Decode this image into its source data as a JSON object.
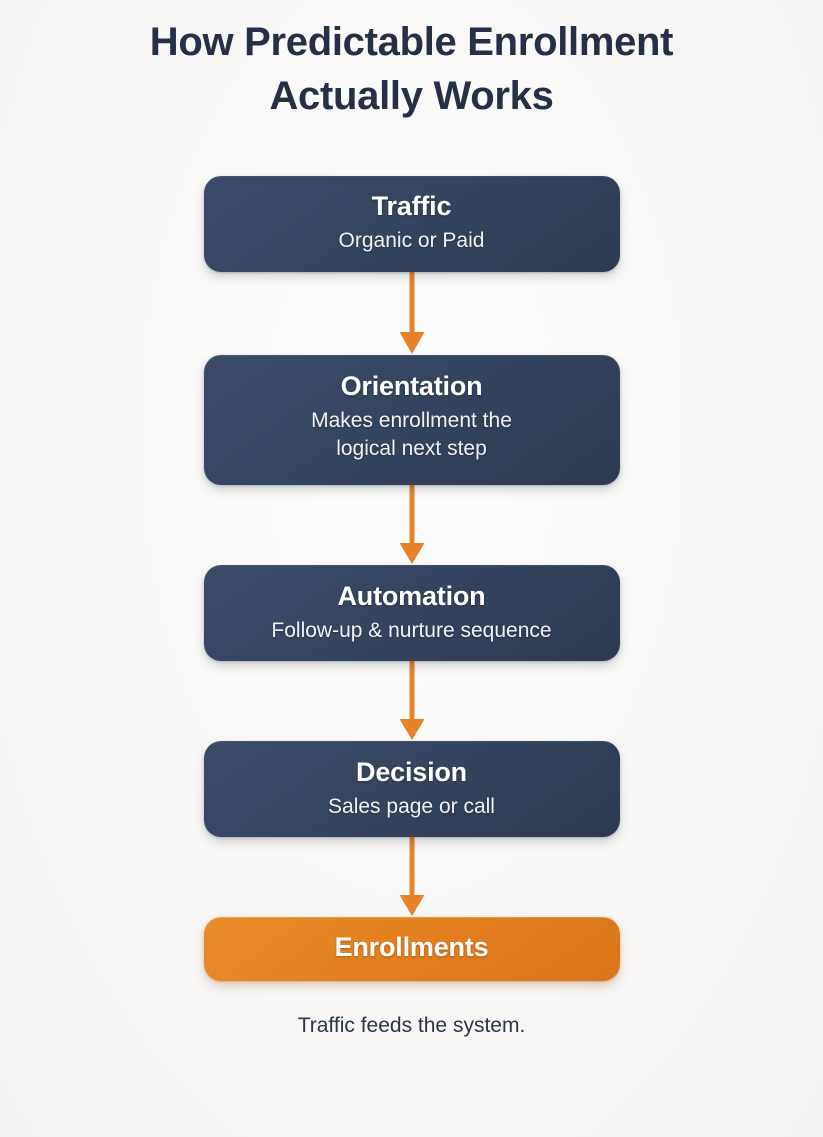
{
  "title": {
    "line1": "How Predictable Enrollment",
    "line2": "Actually Works"
  },
  "colors": {
    "background": "#faf9f8",
    "title_text": "#252f45",
    "node_navy": "#35445f",
    "node_accent_orange": "#e37f1f",
    "arrow_orange": "#e8822a",
    "node_text": "#ffffff",
    "caption_text": "#2b3549"
  },
  "flow": {
    "nodes": [
      {
        "id": "traffic",
        "title": "Traffic",
        "subtitle": "Organic or Paid",
        "style": "navy"
      },
      {
        "id": "orientation",
        "title": "Orientation",
        "subtitle_line1": "Makes enrollment the",
        "subtitle_line2": "logical next step",
        "style": "navy"
      },
      {
        "id": "automation",
        "title": "Automation",
        "subtitle": "Follow-up & nurture sequence",
        "style": "navy"
      },
      {
        "id": "decision",
        "title": "Decision",
        "subtitle": "Sales page or call",
        "style": "navy"
      },
      {
        "id": "enrollments",
        "title": "Enrollments",
        "subtitle": "",
        "style": "accent-orange"
      }
    ],
    "connectors": [
      {
        "from": "traffic",
        "to": "orientation",
        "shape": "down-arrow"
      },
      {
        "from": "orientation",
        "to": "automation",
        "shape": "down-arrow"
      },
      {
        "from": "automation",
        "to": "decision",
        "shape": "down-arrow"
      },
      {
        "from": "decision",
        "to": "enrollments",
        "shape": "down-arrow"
      }
    ]
  },
  "caption": "Traffic feeds the system."
}
